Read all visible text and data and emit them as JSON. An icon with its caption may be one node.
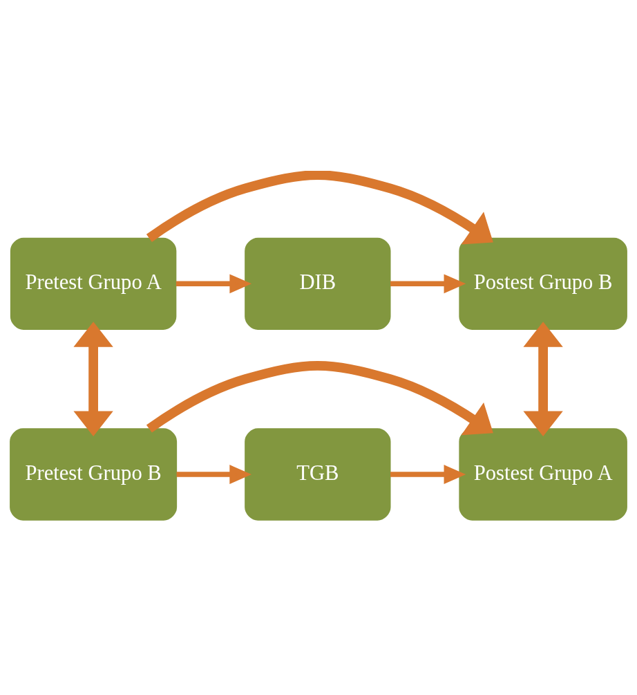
{
  "diagram": {
    "nodes": [
      {
        "text": [
          "Pretest Grupo A"
        ]
      },
      {
        "text": [
          "DIB"
        ]
      },
      {
        "text": [
          "Postest Grupo B"
        ]
      },
      {
        "text": [
          "Pretest Grupo B"
        ]
      },
      {
        "text": [
          "TGB"
        ]
      },
      {
        "text": [
          "Postest Grupo A"
        ]
      }
    ],
    "edges": [
      {
        "from": 0,
        "to": 2,
        "arrow": "to",
        "style": "thick"
      },
      {
        "from": 0,
        "to": 1,
        "arrow": "to"
      },
      {
        "from": 1,
        "to": 2,
        "arrow": "to"
      },
      {
        "from": 0,
        "to": 3,
        "arrow": "both",
        "style": "thick"
      },
      {
        "from": 2,
        "to": 5,
        "arrow": "both",
        "style": "thick"
      },
      {
        "from": 3,
        "to": 4,
        "arrow": "to"
      },
      {
        "from": 4,
        "to": 5,
        "arrow": "to"
      },
      {
        "from": 3,
        "to": 5,
        "arrow": "to",
        "style": "thick"
      }
    ]
  }
}
